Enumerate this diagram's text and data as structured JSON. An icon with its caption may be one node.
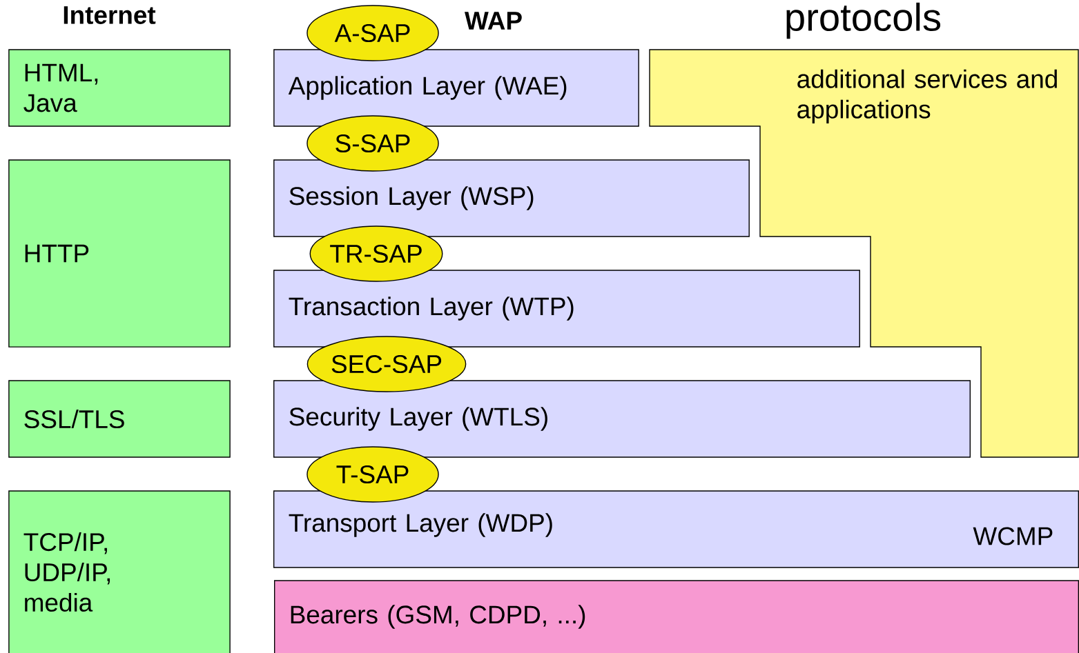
{
  "diagram": {
    "nodes": [
      {
        "text": [
          "HTML, Java"
        ]
      },
      {
        "text": [
          "HTTP"
        ]
      },
      {
        "text": [
          "SSL/TLS"
        ]
      },
      {
        "text": [
          "TCP/IP, UDP/IP, media"
        ]
      },
      {
        "text": [
          "A-SAP"
        ]
      },
      {
        "text": [
          "Application Layer (WAE)"
        ]
      },
      {
        "text": [
          "additional services and applications"
        ]
      },
      {
        "text": [
          "S-SAP"
        ]
      },
      {
        "text": [
          "Session Layer (WSP)"
        ]
      },
      {
        "text": [
          "TR-SAP"
        ]
      },
      {
        "text": [
          "Transaction Layer (WTP)"
        ]
      },
      {
        "text": [
          "SEC-SAP"
        ]
      },
      {
        "text": [
          "Security Layer (WTLS)"
        ]
      },
      {
        "text": [
          "T-SAP"
        ]
      },
      {
        "text": [
          "Transport Layer (WDP)",
          "WCMP"
        ]
      },
      {
        "text": [
          "Bearers (GSM, CDPD, ...)"
        ]
      }
    ],
    "labels": [
      "Internet",
      "WAP",
      "protocols"
    ]
  }
}
